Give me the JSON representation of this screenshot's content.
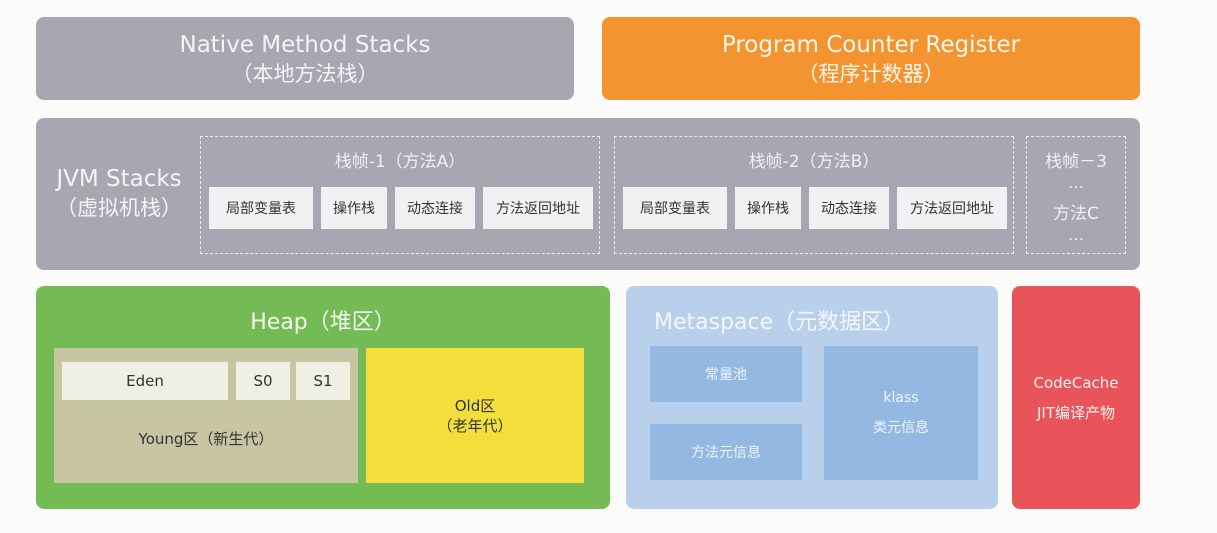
{
  "native": {
    "line1": "Native Method Stacks",
    "line2": "（本地方法栈）"
  },
  "pcr": {
    "line1": "Program Counter Register",
    "line2": "（程序计数器）"
  },
  "jvm": {
    "line1": "JVM Stacks",
    "line2": "（虚拟机栈）",
    "frames": [
      {
        "title": "栈帧-1（方法A）",
        "cells": [
          "局部变量表",
          "操作栈",
          "动态连接",
          "方法返回地址"
        ]
      },
      {
        "title": "栈帧-2（方法B）",
        "cells": [
          "局部变量表",
          "操作栈",
          "动态连接",
          "方法返回地址"
        ]
      },
      {
        "title": "栈帧－3",
        "dots1": "…",
        "method": "方法C",
        "dots2": "…"
      }
    ]
  },
  "heap": {
    "title": "Heap（堆区）",
    "eden": "Eden",
    "s0": "S0",
    "s1": "S1",
    "young": "Young区（新生代）",
    "old_line1": "Old区",
    "old_line2": "（老年代）"
  },
  "metaspace": {
    "title": "Metaspace（元数据区）",
    "constant_pool": "常量池",
    "method_info": "方法元信息",
    "klass": "klass",
    "class_info": "类元信息"
  },
  "codecache": {
    "line1": "CodeCache",
    "line2": "JIT编译产物"
  }
}
